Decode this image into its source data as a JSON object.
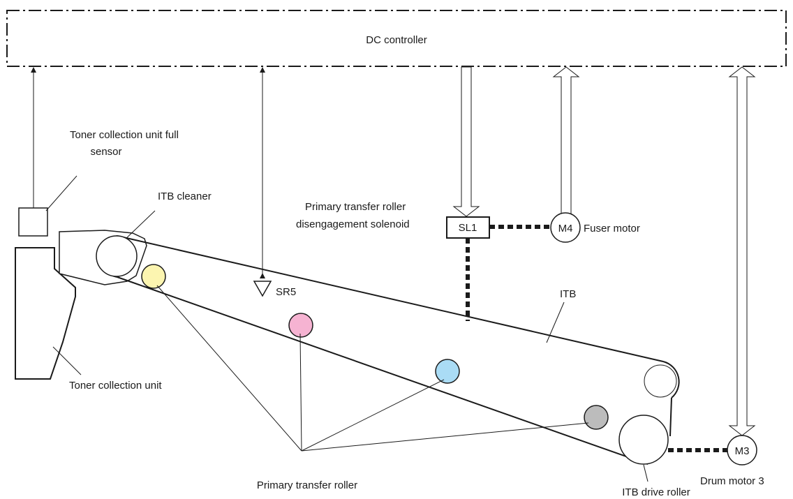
{
  "labels": {
    "controller": "DC controller",
    "toner_sensor_line1": "Toner collection unit full",
    "toner_sensor_line2": "sensor",
    "itb_cleaner": "ITB cleaner",
    "solenoid_line1": "Primary transfer roller",
    "solenoid_line2": "disengagement solenoid",
    "sl1": "SL1",
    "m4": "M4",
    "fuser_motor": "Fuser motor",
    "sr5": "SR5",
    "itb": "ITB",
    "toner_collection_unit": "Toner collection unit",
    "m3": "M3",
    "drum_motor": "Drum motor 3",
    "primary_transfer_roller": "Primary transfer roller",
    "itb_drive_roller": "ITB drive roller"
  },
  "colors": {
    "line": "#1a1a1a",
    "roller_yellow": "#fcf5b0",
    "roller_magenta": "#f6b3d2",
    "roller_cyan": "#aadcf5",
    "roller_black": "#bcbcbc"
  }
}
